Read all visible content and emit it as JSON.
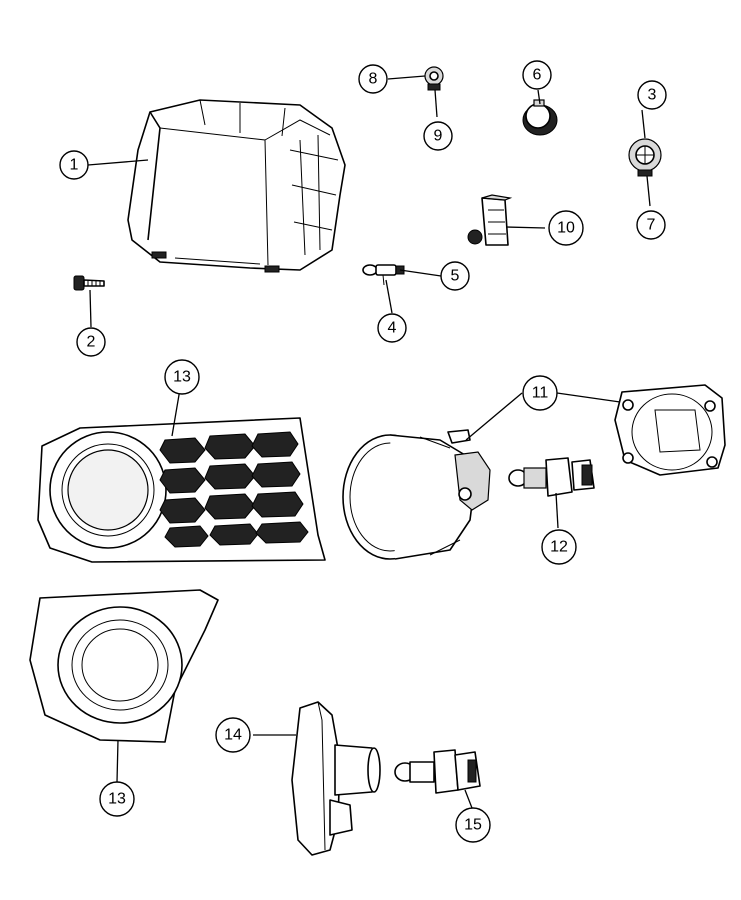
{
  "callouts": {
    "c1": "1",
    "c2": "2",
    "c3": "3",
    "c4": "4",
    "c5": "5",
    "c6": "6",
    "c7": "7",
    "c8": "8",
    "c9": "9",
    "c10": "10",
    "c11": "11",
    "c12": "12",
    "c13a": "13",
    "c13b": "13",
    "c14": "14",
    "c15": "15"
  }
}
